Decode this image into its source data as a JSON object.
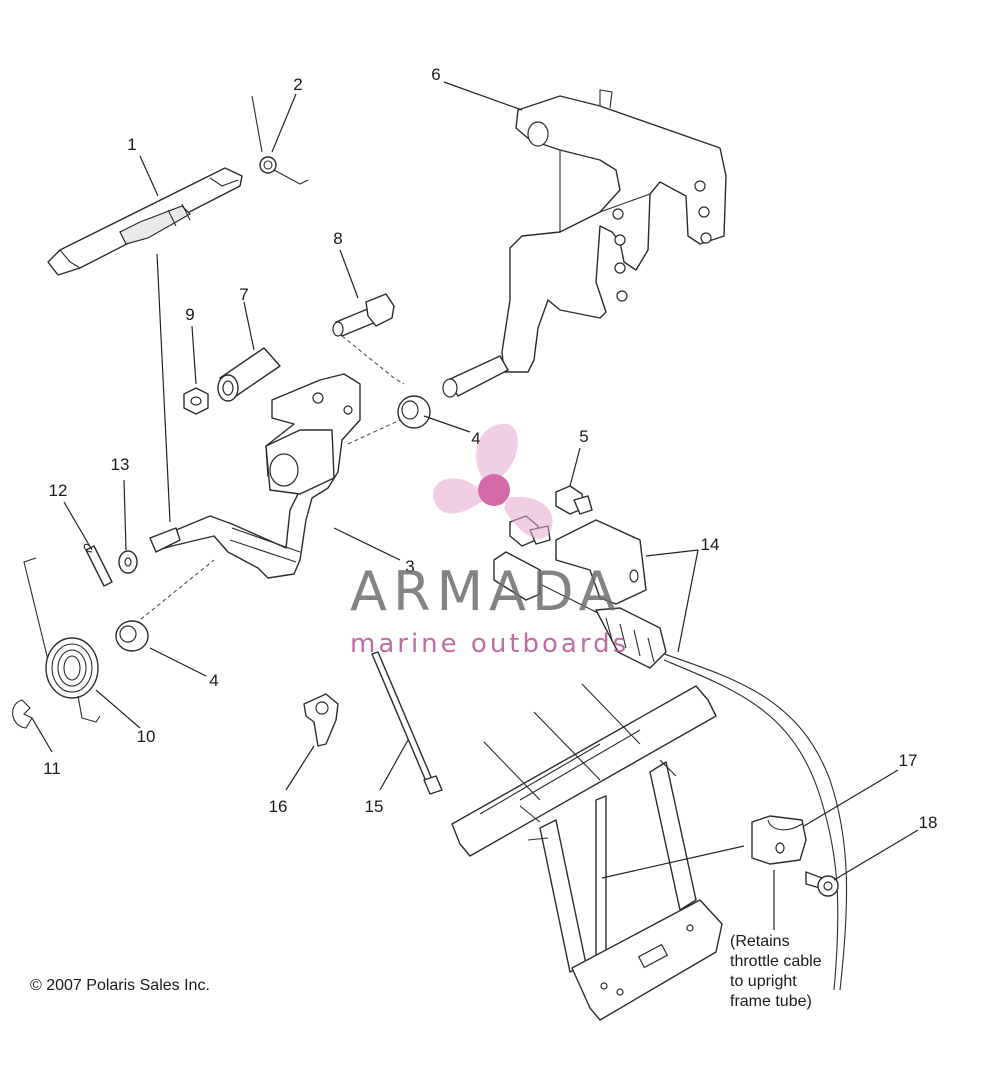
{
  "callouts": {
    "c1": "1",
    "c2": "2",
    "c3": "3",
    "c4a": "4",
    "c4b": "4",
    "c5": "5",
    "c6": "6",
    "c7": "7",
    "c8": "8",
    "c9": "9",
    "c10": "10",
    "c11": "11",
    "c12": "12",
    "c13": "13",
    "c14": "14",
    "c15": "15",
    "c16": "16",
    "c17": "17",
    "c18": "18"
  },
  "note": {
    "line1": "(Retains",
    "line2": "throttle cable",
    "line3": "to upright",
    "line4": "frame tube)"
  },
  "copyright": "© 2007 Polaris Sales Inc.",
  "watermark": {
    "name": "ARMADA",
    "tagline": "marine outboards",
    "logo_color": "#e7a6cf",
    "logo_center_color": "#d46aa9"
  }
}
